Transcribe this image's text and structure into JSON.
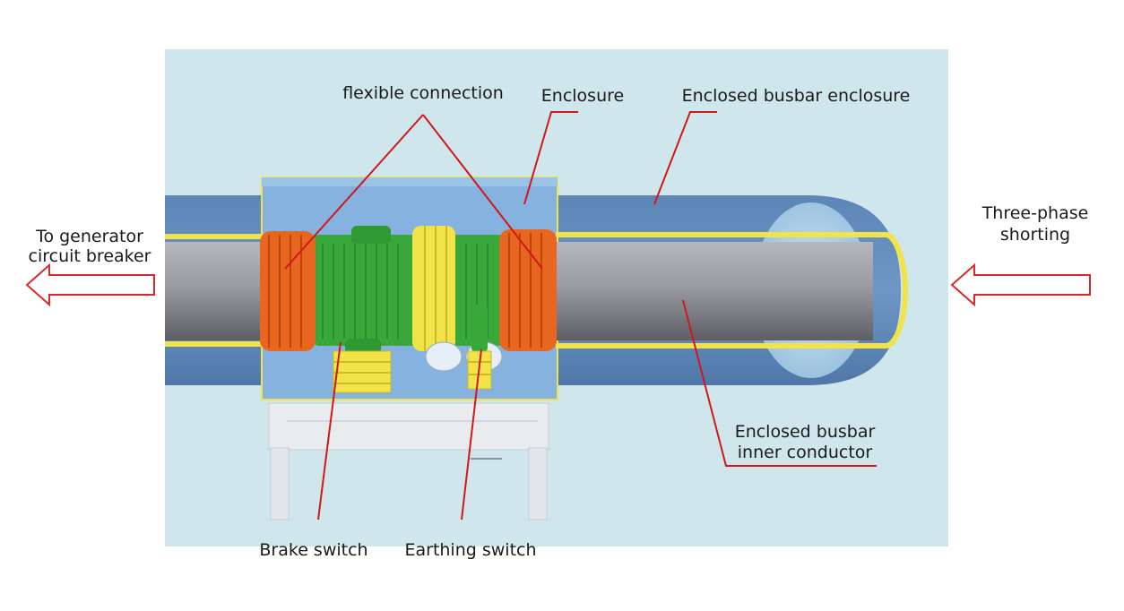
{
  "labels": {
    "flexible_connection": "flexible connection",
    "enclosure": "Enclosure",
    "busbar_enclosure": "Enclosed busbar enclosure",
    "generator_line1": "To generator",
    "generator_line2": "circuit breaker",
    "three_phase_line1": "Three-phase",
    "three_phase_line2": "shorting",
    "inner_conductor_line1": "Enclosed busbar",
    "inner_conductor_line2": "inner conductor",
    "brake_switch": "Brake switch",
    "earthing_switch": "Earthing switch"
  },
  "colors": {
    "background_panel": "#cfe6ec",
    "enclosure_blue": "#5d86b6",
    "enclosure_light": "#86b2df",
    "conductor_grey": "#8f9096",
    "flex_orange": "#e8661f",
    "switch_green": "#39a83a",
    "yellow_band": "#f1e348",
    "leader_red": "#d01818",
    "arrow_red": "#d82a2a"
  },
  "icons": {
    "left_arrow": "outline-arrow-left-icon",
    "right_arrow": "outline-arrow-left-icon"
  }
}
